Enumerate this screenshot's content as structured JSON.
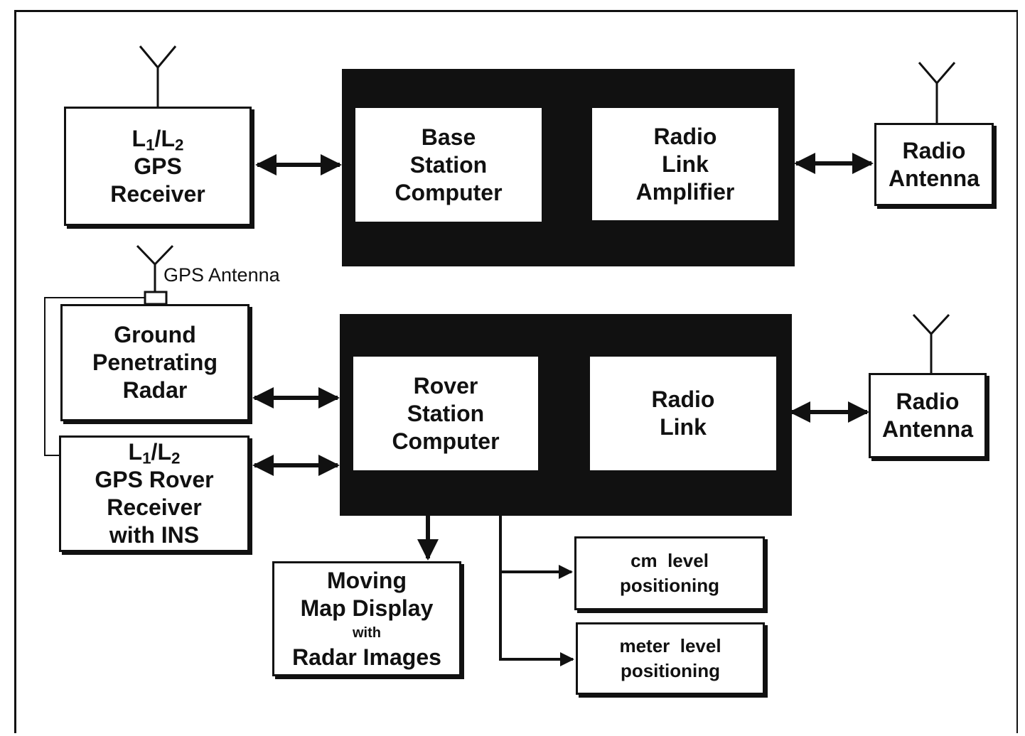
{
  "nodes": {
    "gps_receiver": {
      "line1": "L",
      "sub1": "1",
      "sep": "/L",
      "sub2": "2",
      "line2": "GPS",
      "line3": "Receiver"
    },
    "base_station_computer": {
      "line1": "Base",
      "line2": "Station",
      "line3": "Computer"
    },
    "radio_link_amplifier": {
      "line1": "Radio",
      "line2": "Link",
      "line3": "Amplifier"
    },
    "radio_antenna_top": {
      "line1": "Radio",
      "line2": "Antenna"
    },
    "gps_antenna_label": "GPS Antenna",
    "ground_penetrating_radar": {
      "line1": "Ground",
      "line2": "Penetrating",
      "line3": "Radar"
    },
    "gps_rover_receiver": {
      "line1": "L",
      "sub1": "1",
      "sep": "/L",
      "sub2": "2",
      "line2": "GPS Rover",
      "line3": "Receiver",
      "line4": "with INS"
    },
    "rover_station_computer": {
      "line1": "Rover",
      "line2": "Station",
      "line3": "Computer"
    },
    "radio_link": {
      "line1": "Radio",
      "line2": "Link"
    },
    "radio_antenna_bottom": {
      "line1": "Radio",
      "line2": "Antenna"
    },
    "moving_map_display": {
      "line1": "Moving",
      "line2": "Map Display",
      "line3": "with",
      "line4": "Radar Images"
    },
    "cm_level": {
      "line1": "cm  level",
      "line2": "positioning"
    },
    "meter_level": {
      "line1": "meter  level",
      "line2": "positioning"
    }
  }
}
